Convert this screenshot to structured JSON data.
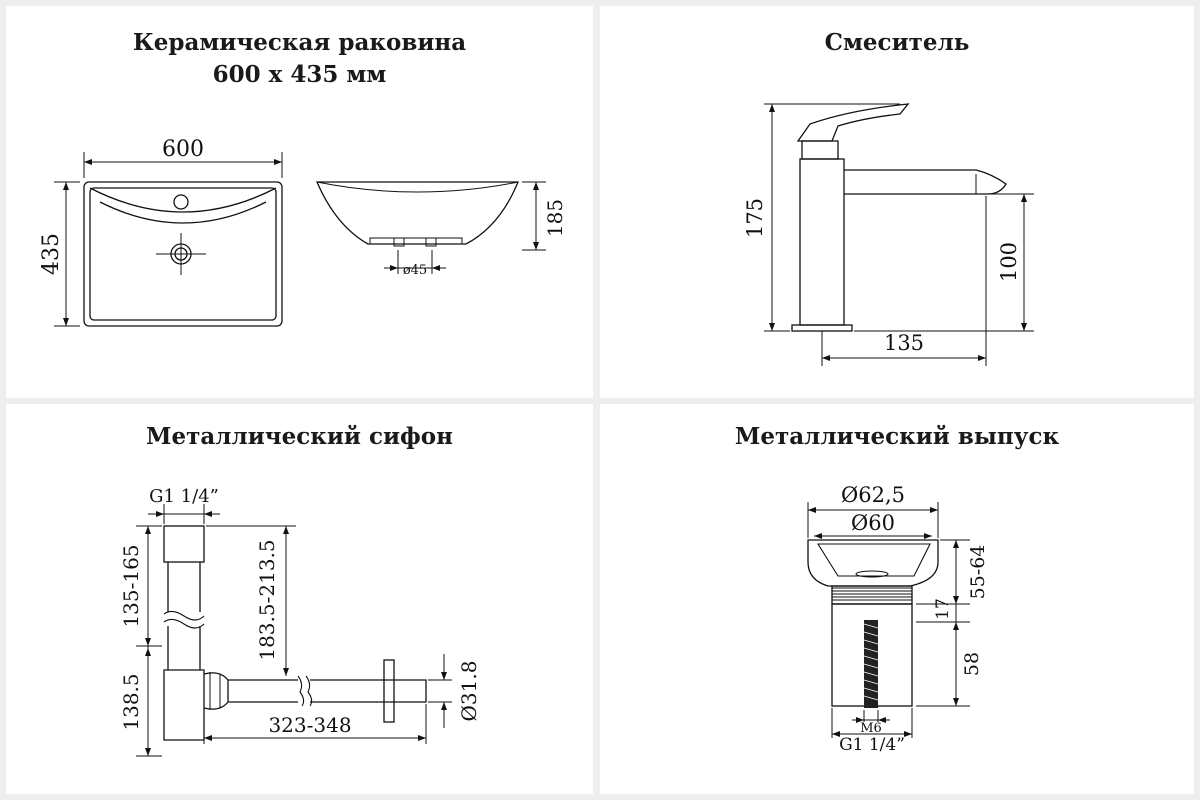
{
  "panels": {
    "sink": {
      "title_line1": "Керамическая раковина",
      "title_line2": "600 x 435 мм",
      "dim_width": "600",
      "dim_depth": "435",
      "dim_height": "185",
      "dim_drain": "ø45"
    },
    "mixer": {
      "title": "Смеситель",
      "dim_total_height": "175",
      "dim_spout_height": "100",
      "dim_spout_reach": "135"
    },
    "siphon": {
      "title": "Металлический сифон",
      "dim_thread": "G1 1/4”",
      "dim_upper_height": "135-165",
      "dim_lower_height": "138.5",
      "dim_outlet_height": "183.5-213.5",
      "dim_outlet_length": "323-348",
      "dim_pipe_diameter": "Ø31.8"
    },
    "drain": {
      "title": "Металлический выпуск",
      "dim_outer_diameter": "Ø62,5",
      "dim_inner_diameter": "Ø60",
      "dim_cap_height": "55-64",
      "dim_flange": "17",
      "dim_thread_length": "58",
      "dim_bolt": "M6",
      "dim_thread": "G1 1/4”"
    }
  }
}
